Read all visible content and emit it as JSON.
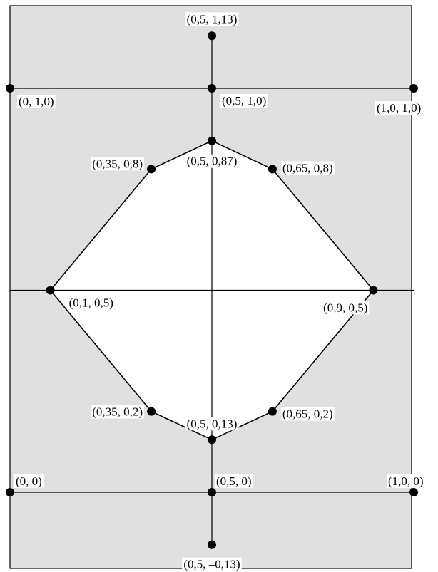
{
  "colors": {
    "background": "#e0e0e0",
    "polygon_fill": "#ffffff",
    "line": "#000000",
    "point": "#000000"
  },
  "axes": {
    "x_range": [
      0,
      1
    ],
    "y_range": [
      -0.13,
      1.13
    ],
    "grid_lines_x": [
      0,
      0.5,
      1
    ],
    "grid_lines_y": [
      0,
      0.5,
      1
    ]
  },
  "polygon": [
    "p_035_08",
    "p_05_087",
    "p_065_08",
    "p_09_05",
    "p_065_02",
    "p_05_013",
    "p_035_02",
    "p_01_05"
  ],
  "points": [
    {
      "id": "p_05_113",
      "x": 0.5,
      "y": 1.13,
      "label": "(0,5, 1,13)"
    },
    {
      "id": "p_0_1",
      "x": 0,
      "y": 1,
      "label": "(0, 1,0)"
    },
    {
      "id": "p_05_1",
      "x": 0.5,
      "y": 1,
      "label": "(0,5, 1,0)"
    },
    {
      "id": "p_1_1",
      "x": 1,
      "y": 1,
      "label": "(1,0, 1,0)"
    },
    {
      "id": "p_05_087",
      "x": 0.5,
      "y": 0.87,
      "label": "(0,5, 0,87)"
    },
    {
      "id": "p_035_08",
      "x": 0.35,
      "y": 0.8,
      "label": "(0,35, 0,8)"
    },
    {
      "id": "p_065_08",
      "x": 0.65,
      "y": 0.8,
      "label": "(0,65, 0,8)"
    },
    {
      "id": "p_01_05",
      "x": 0.1,
      "y": 0.5,
      "label": "(0,1, 0,5)"
    },
    {
      "id": "p_09_05",
      "x": 0.9,
      "y": 0.5,
      "label": "(0,9, 0,5)"
    },
    {
      "id": "p_035_02",
      "x": 0.35,
      "y": 0.2,
      "label": "(0,35, 0,2)"
    },
    {
      "id": "p_065_02",
      "x": 0.65,
      "y": 0.2,
      "label": "(0,65, 0,2)"
    },
    {
      "id": "p_05_013",
      "x": 0.5,
      "y": 0.13,
      "label": "(0,5, 0,13)"
    },
    {
      "id": "p_0_0",
      "x": 0,
      "y": 0,
      "label": "(0, 0)"
    },
    {
      "id": "p_05_0",
      "x": 0.5,
      "y": 0,
      "label": "(0,5, 0)"
    },
    {
      "id": "p_1_0",
      "x": 1,
      "y": 0,
      "label": "(1,0, 0)"
    },
    {
      "id": "p_05_m013",
      "x": 0.5,
      "y": -0.13,
      "label": "(0,5, –0,13)"
    }
  ]
}
